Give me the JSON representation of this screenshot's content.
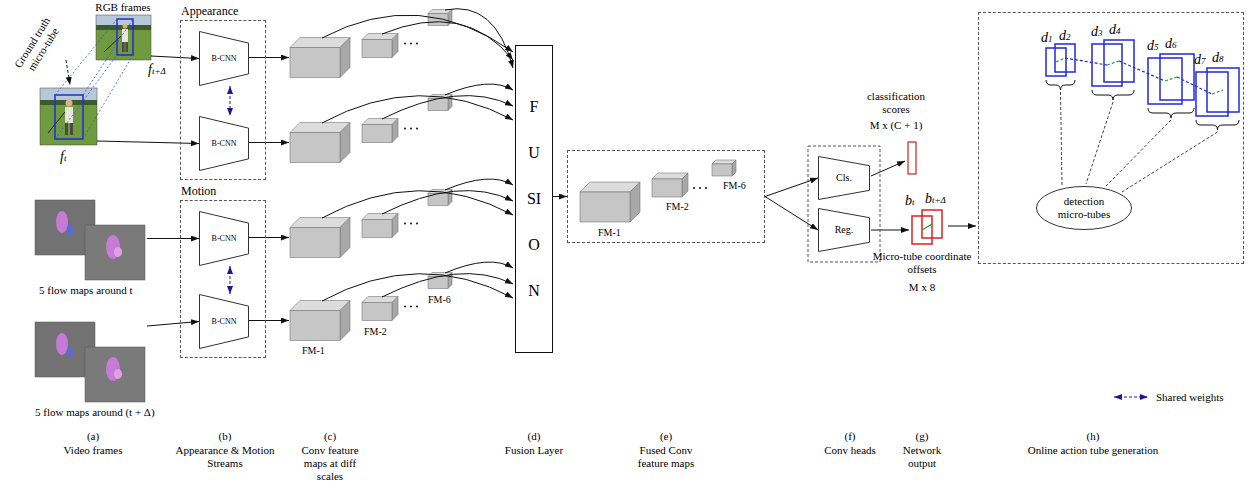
{
  "diagram": {
    "nodes": [
      {
        "text": [
          "RGB frames",
          "ft+Δ"
        ]
      },
      {
        "text": [
          "ft"
        ]
      },
      {
        "text": [
          "5 flow maps around t"
        ]
      },
      {
        "text": [
          "5 flow maps around (t + Δ)"
        ]
      },
      {
        "text": [
          "Appearance"
        ]
      },
      {
        "text": [
          "B-CNN"
        ],
        "in": 4
      },
      {
        "text": [
          "B-CNN"
        ],
        "in": 4
      },
      {
        "text": [
          "Motion"
        ]
      },
      {
        "text": [
          "B-CNN"
        ],
        "in": 7
      },
      {
        "text": [
          "B-CNN"
        ],
        "in": 7
      },
      {
        "text": [
          "FUSION"
        ]
      },
      {
        "text": [
          "FM-1",
          "FM-2",
          "FM-6"
        ]
      },
      {
        "text": [
          "Cls."
        ]
      },
      {
        "text": [
          "Reg."
        ]
      },
      {
        "text": [
          "d1",
          "d2",
          "d3",
          "d4",
          "d5",
          "d6",
          "d7",
          "d8"
        ]
      },
      {
        "text": [
          "detection micro-tubes"
        ],
        "in": 14
      }
    ],
    "edges": [
      {
        "from": 0,
        "to": 5,
        "arrow": "to"
      },
      {
        "from": 1,
        "to": 6,
        "arrow": "to"
      },
      {
        "from": 2,
        "to": 8,
        "arrow": "to"
      },
      {
        "from": 3,
        "to": 9,
        "arrow": "to"
      },
      {
        "from": 5,
        "to": 6,
        "arrow": "both"
      },
      {
        "from": 8,
        "to": 9,
        "arrow": "both"
      },
      {
        "from": 10,
        "to": 11,
        "arrow": "to"
      },
      {
        "from": 11,
        "to": 12,
        "arrow": "to"
      },
      {
        "from": 11,
        "to": 13,
        "arrow": "to"
      }
    ],
    "labels": [
      "Ground truth micro-tube",
      "FM-1",
      "FM-2",
      "FM-6",
      "classification scores",
      "M x (C + 1)",
      "bt",
      "bt+Δ",
      "Micro-tube coordinate offsets",
      "M x 8",
      "(a)",
      "Video frames",
      "(b)",
      "Appearance & Motion Streams",
      "(c)",
      "Conv feature maps at diff scales",
      "(d)",
      "Fusion Layer",
      "(e)",
      "Fused Conv feature maps",
      "(f)",
      "Conv heads",
      "(g)",
      "Network output",
      "(h)",
      "Online action tube generation"
    ],
    "legend": [
      {
        "text": "Shared weights"
      }
    ]
  }
}
